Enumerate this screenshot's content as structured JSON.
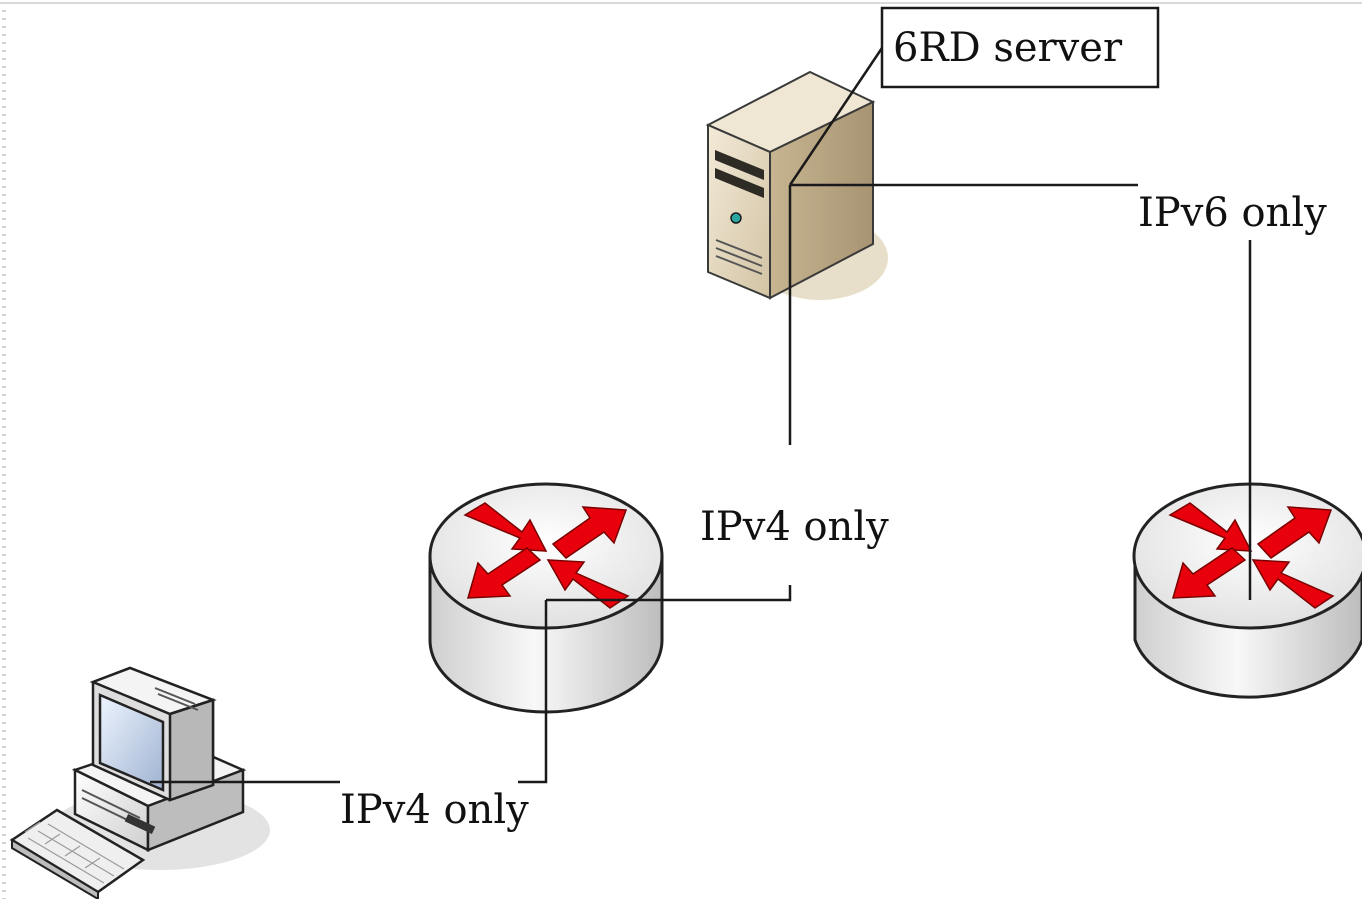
{
  "diagram": {
    "labels": {
      "server_label": "6RD server",
      "ipv6_link_label": "IPv6 only",
      "ipv4_link_server_label": "IPv4 only",
      "ipv4_link_pc_label": "IPv4 only"
    },
    "colors": {
      "line": "#1a1a1a",
      "router_arrow": "#e8000c",
      "router_body": "#e6e6e6",
      "server_body": "#d9cbb0"
    },
    "icons": [
      "server-icon",
      "router-icon",
      "desktop-computer-icon"
    ]
  }
}
